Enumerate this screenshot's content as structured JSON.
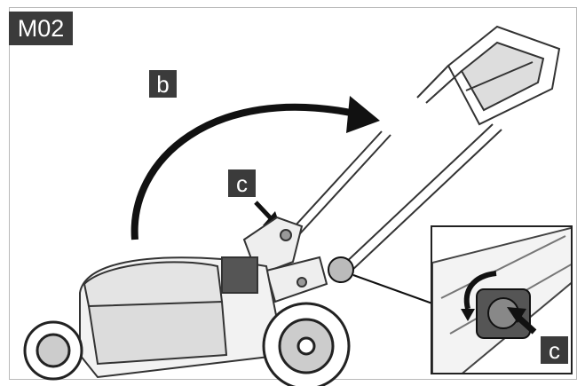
{
  "figure_tag": "M02",
  "callouts": {
    "rotate": "b",
    "lever": "c",
    "detail": "c"
  },
  "icons": {
    "rotation_arrow": "curved-arrow-icon",
    "pointer_arrow": "down-right-arrow-icon",
    "detail_rotate": "counterclockwise-arrow-icon",
    "detail_pointer": "press-arrow-icon"
  },
  "colors": {
    "tag_bg": "#3b3b3b",
    "tag_fg": "#ffffff",
    "line": "#222222"
  }
}
